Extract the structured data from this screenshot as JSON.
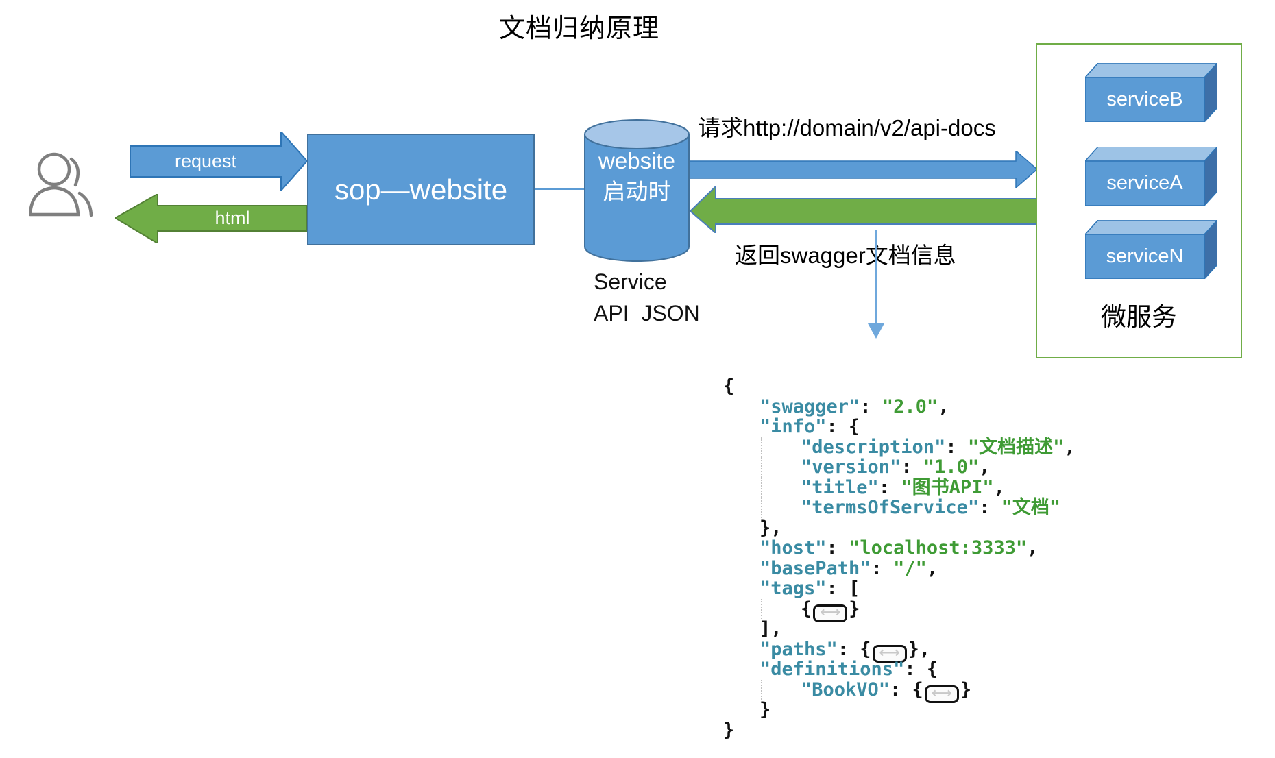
{
  "title": "文档归纳原理",
  "user_flow": {
    "request_label": "request",
    "html_label": "html"
  },
  "sop_website": {
    "label": "sop—website"
  },
  "cylinder": {
    "line1": "website",
    "line2": "启动时",
    "caption": "Service\nAPI  JSON"
  },
  "arrows": {
    "api_docs_request_label": "请求http://domain/v2/api-docs",
    "swagger_return_label": "返回swagger文档信息"
  },
  "services": {
    "items": [
      "serviceB",
      "serviceA",
      "serviceN"
    ],
    "caption": "微服务"
  },
  "icons": {
    "user": "user-icon (two-person outline)",
    "collapse_badge_glyph": "⟷"
  },
  "colors": {
    "blue_fill": "#5b9bd5",
    "blue_border": "#41719c",
    "light_blue": "#a6c6e8",
    "green_fill": "#70ad47",
    "green_border": "#538135",
    "green_box_border": "#70ad47",
    "down_arrow_blue": "#6fa8dc",
    "code_key": "#3a8ba3",
    "code_value": "#3f9b35",
    "code_punct": "#111111"
  },
  "code": {
    "lines": [
      {
        "indent": 0,
        "segments": [
          {
            "t": "{",
            "c": "p"
          }
        ]
      },
      {
        "indent": 1,
        "segments": [
          {
            "t": "\"swagger\"",
            "c": "k"
          },
          {
            "t": ": ",
            "c": "p"
          },
          {
            "t": "\"2.0\"",
            "c": "v"
          },
          {
            "t": ",",
            "c": "p"
          }
        ]
      },
      {
        "indent": 1,
        "segments": [
          {
            "t": "\"info\"",
            "c": "k"
          },
          {
            "t": ": {",
            "c": "p"
          }
        ]
      },
      {
        "indent": 2,
        "segments": [
          {
            "t": "\"description\"",
            "c": "k"
          },
          {
            "t": ": ",
            "c": "p"
          },
          {
            "t": "\"文档描述\"",
            "c": "v"
          },
          {
            "t": ",",
            "c": "p"
          }
        ]
      },
      {
        "indent": 2,
        "segments": [
          {
            "t": "\"version\"",
            "c": "k"
          },
          {
            "t": ": ",
            "c": "p"
          },
          {
            "t": "\"1.0\"",
            "c": "v"
          },
          {
            "t": ",",
            "c": "p"
          }
        ]
      },
      {
        "indent": 2,
        "segments": [
          {
            "t": "\"title\"",
            "c": "k"
          },
          {
            "t": ": ",
            "c": "p"
          },
          {
            "t": "\"图书API\"",
            "c": "v"
          },
          {
            "t": ",",
            "c": "p"
          }
        ]
      },
      {
        "indent": 2,
        "segments": [
          {
            "t": "\"termsOfService\"",
            "c": "k"
          },
          {
            "t": ": ",
            "c": "p"
          },
          {
            "t": "\"文档\"",
            "c": "v"
          }
        ]
      },
      {
        "indent": 1,
        "segments": [
          {
            "t": "},",
            "c": "p"
          }
        ]
      },
      {
        "indent": 1,
        "segments": [
          {
            "t": "\"host\"",
            "c": "k"
          },
          {
            "t": ": ",
            "c": "p"
          },
          {
            "t": "\"localhost:3333\"",
            "c": "v"
          },
          {
            "t": ",",
            "c": "p"
          }
        ]
      },
      {
        "indent": 1,
        "segments": [
          {
            "t": "\"basePath\"",
            "c": "k"
          },
          {
            "t": ": ",
            "c": "p"
          },
          {
            "t": "\"/\"",
            "c": "v"
          },
          {
            "t": ",",
            "c": "p"
          }
        ]
      },
      {
        "indent": 1,
        "segments": [
          {
            "t": "\"tags\"",
            "c": "k"
          },
          {
            "t": ": [",
            "c": "p"
          }
        ]
      },
      {
        "indent": 2,
        "segments": [
          {
            "t": "{",
            "c": "p"
          },
          {
            "c": "badge"
          },
          {
            "t": "}",
            "c": "p"
          }
        ]
      },
      {
        "indent": 1,
        "segments": [
          {
            "t": "],",
            "c": "p"
          }
        ]
      },
      {
        "indent": 1,
        "segments": [
          {
            "t": "\"paths\"",
            "c": "k"
          },
          {
            "t": ": {",
            "c": "p"
          },
          {
            "c": "badge"
          },
          {
            "t": "},",
            "c": "p"
          }
        ]
      },
      {
        "indent": 1,
        "segments": [
          {
            "t": "\"definitions\"",
            "c": "k"
          },
          {
            "t": ": {",
            "c": "p"
          }
        ]
      },
      {
        "indent": 2,
        "segments": [
          {
            "t": "\"BookVO\"",
            "c": "k"
          },
          {
            "t": ": {",
            "c": "p"
          },
          {
            "c": "badge"
          },
          {
            "t": "}",
            "c": "p"
          }
        ]
      },
      {
        "indent": 1,
        "segments": [
          {
            "t": "}",
            "c": "p"
          }
        ]
      },
      {
        "indent": 0,
        "segments": [
          {
            "t": "}",
            "c": "p"
          }
        ]
      }
    ]
  }
}
